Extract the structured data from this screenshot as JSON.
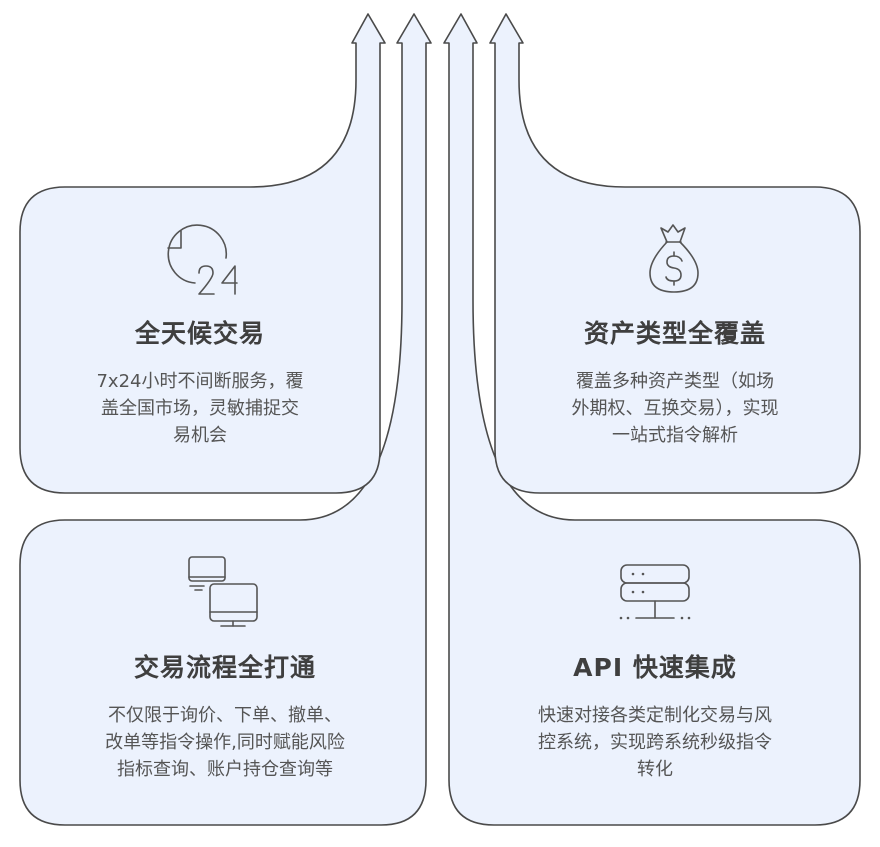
{
  "cards": [
    {
      "id": "all-day-trading",
      "icon": "clock-24-icon",
      "title": "全天候交易",
      "description_lines": [
        "7x24小时不间断服务，覆",
        "盖全国市场，灵敏捕捉交",
        "易机会"
      ]
    },
    {
      "id": "asset-coverage",
      "icon": "money-bag-icon",
      "title": "资产类型全覆盖",
      "description_lines": [
        "覆盖多种资产类型（如场",
        "外期权、互换交易），实现",
        "一站式指令解析"
      ]
    },
    {
      "id": "trading-flow",
      "icon": "computers-icon",
      "title": "交易流程全打通",
      "description_lines": [
        "不仅限于询价、下单、撤单、",
        "改单等指令操作,同时赋能风险",
        "指标查询、账户持仓查询等"
      ]
    },
    {
      "id": "api-integration",
      "icon": "server-icon",
      "title": "API 快速集成",
      "description_lines": [
        "快速对接各类定制化交易与风",
        "控系统，实现跨系统秒级指令",
        "转化"
      ]
    }
  ],
  "colors": {
    "card_fill": "#ecf2fd",
    "card_stroke": "#4a4a4a",
    "title_color": "#3f3f3f",
    "text_color": "#555555"
  }
}
